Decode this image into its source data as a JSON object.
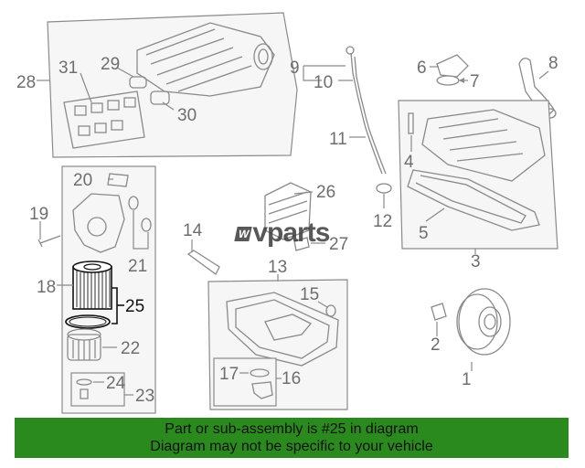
{
  "watermark": {
    "badge": "W",
    "text": "vparts"
  },
  "callouts": {
    "c1": "1",
    "c2": "2",
    "c3": "3",
    "c4": "4",
    "c5": "5",
    "c6": "6",
    "c7": "7",
    "c8": "8",
    "c9": "9",
    "c10": "10",
    "c11": "11",
    "c12": "12",
    "c13": "13",
    "c14": "14",
    "c15": "15",
    "c16": "16",
    "c17": "17",
    "c18": "18",
    "c19": "19",
    "c20": "20",
    "c21": "21",
    "c22": "22",
    "c23": "23",
    "c24": "24",
    "c25": "25",
    "c26": "26",
    "c27": "27",
    "c28": "28",
    "c29": "29",
    "c30": "30",
    "c31": "31"
  },
  "highlight_part": "25",
  "banner": {
    "line1": "Part or sub-assembly is #25 in diagram",
    "line2": "Diagram may not be specific to your vehicle"
  },
  "colors": {
    "banner": "#2b8a1e",
    "highlight": "#111111",
    "line": "#8a8a8a"
  }
}
